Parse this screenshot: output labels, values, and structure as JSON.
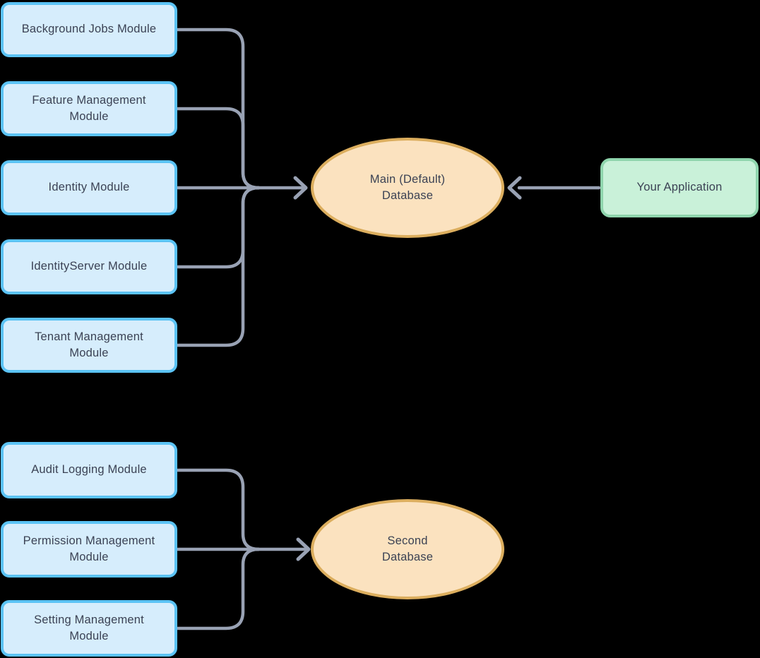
{
  "diagram": {
    "colors": {
      "background": "#000000",
      "module-fill": "#D6EDFC",
      "module-border": "#5BC3F5",
      "db-fill": "#FBE2BF",
      "db-border": "#DCAE5E",
      "app-fill": "#C9F1D9",
      "app-border": "#8FD5AD",
      "connector": "#99A2B4",
      "text": "#3B4254"
    },
    "groups": [
      {
        "database": {
          "lines": [
            "Main (Default)",
            "Database"
          ]
        },
        "modules": [
          {
            "lines": [
              "Background Jobs Module"
            ]
          },
          {
            "lines": [
              "Feature Management",
              "Module"
            ]
          },
          {
            "lines": [
              "Identity Module"
            ]
          },
          {
            "lines": [
              "IdentityServer Module"
            ]
          },
          {
            "lines": [
              "Tenant Management",
              "Module"
            ]
          }
        ]
      },
      {
        "database": {
          "lines": [
            "Second",
            "Database"
          ]
        },
        "modules": [
          {
            "lines": [
              "Audit Logging Module"
            ]
          },
          {
            "lines": [
              "Permission Management",
              "Module"
            ]
          },
          {
            "lines": [
              "Setting Management",
              "Module"
            ]
          }
        ]
      }
    ],
    "application": {
      "label": "Your Application"
    }
  }
}
